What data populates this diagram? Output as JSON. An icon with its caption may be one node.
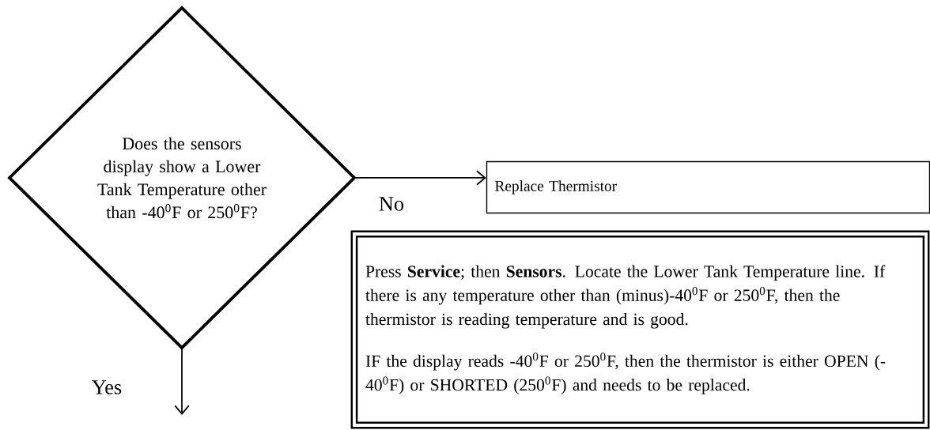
{
  "diagram": {
    "nodes": [
      {
        "text": [
          "Does the sensors display show a Lower Tank Temperature other than -40$^{0}$F or 250$^{0}$F?"
        ]
      },
      {
        "text": [
          "Replace Thermistor"
        ]
      },
      {
        "text": [
          "Press **Service**; then **Sensors**. Locate the Lower Tank Temperature line. If there is any temperature other than (minus)-40$^{0}$F or 250$^{0}$F, then the thermistor is reading temperature and is good.",
          "IF the display reads -40$^{0}$F or 250$^{0}$F, then the thermistor is either OPEN (-40$^{0}$F) or SHORTED (250$^{0}$F) and needs to be replaced."
        ]
      }
    ],
    "edges": [
      {
        "from": 0,
        "to": 1,
        "arrow": "to",
        "label": "No"
      },
      {
        "from": 0,
        "to": null,
        "arrow": "to",
        "label": "Yes"
      }
    ]
  }
}
